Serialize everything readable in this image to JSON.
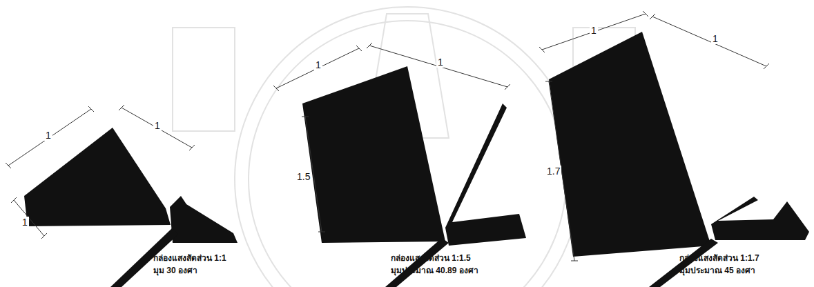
{
  "diagram": {
    "labels": [
      "1",
      "1",
      "1",
      "กล่องแสงสัดส่วน 1:1",
      "มุม 30 องศา",
      "1",
      "1",
      "1.5",
      "กล่องแสงสัดส่วน 1:1.5",
      "มุมประมาณ 40.89 องศา",
      "1",
      "1",
      "1.7",
      "กล่องแสงสัดส่วน 1:1.7",
      "มุมประมาณ 45 องศา"
    ]
  }
}
